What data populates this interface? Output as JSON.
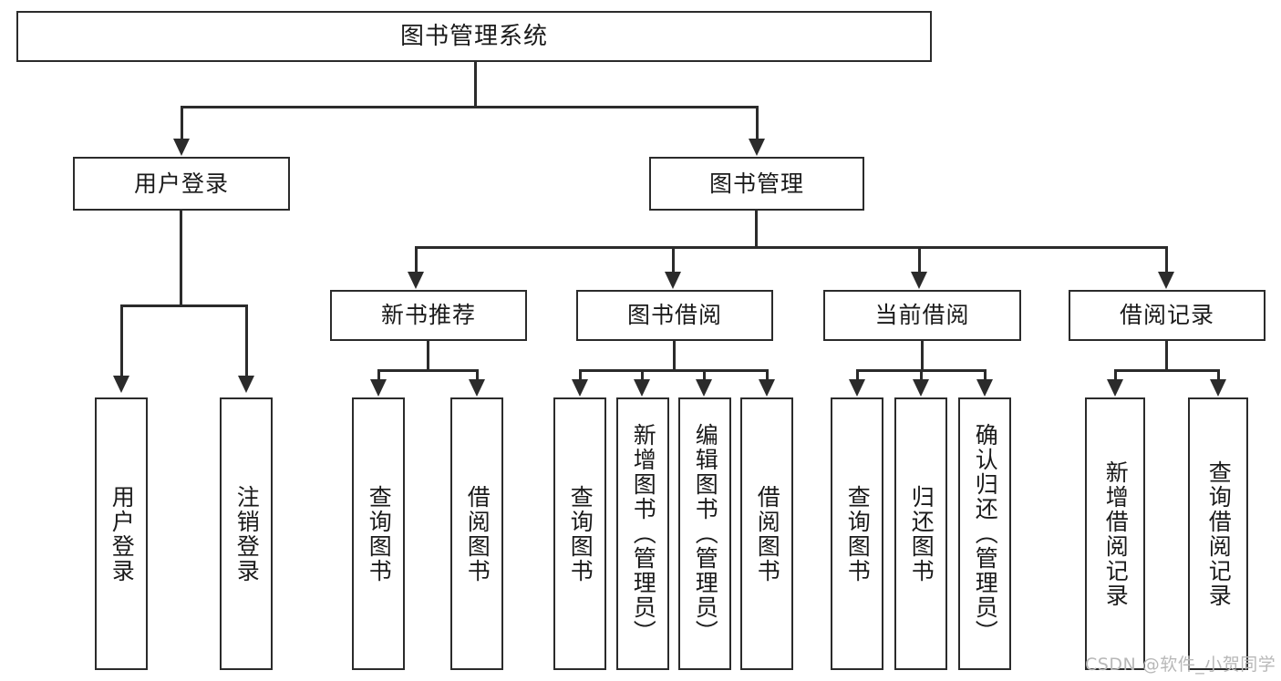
{
  "diagram": {
    "title": "图书管理系统",
    "type": "tree-hierarchy-diagram",
    "root": {
      "label": "图书管理系统"
    },
    "level2": [
      {
        "label": "用户登录"
      },
      {
        "label": "图书管理"
      }
    ],
    "level3": [
      {
        "label": "新书推荐"
      },
      {
        "label": "图书借阅"
      },
      {
        "label": "当前借阅"
      },
      {
        "label": "借阅记录"
      }
    ],
    "leaves": {
      "user_login": [
        {
          "label": "用户登录"
        },
        {
          "label": "注销登录"
        }
      ],
      "new_book_recommend": [
        {
          "label": "查询图书"
        },
        {
          "label": "借阅图书"
        }
      ],
      "book_borrow": [
        {
          "label": "查询图书"
        },
        {
          "label": "新增图书（管理员）"
        },
        {
          "label": "编辑图书（管理员）"
        },
        {
          "label": "借阅图书"
        }
      ],
      "current_borrow": [
        {
          "label": "查询图书"
        },
        {
          "label": "归还图书"
        },
        {
          "label": "确认归还（管理员）"
        }
      ],
      "borrow_record": [
        {
          "label": "新增借阅记录"
        },
        {
          "label": "查询借阅记录"
        }
      ]
    }
  },
  "watermark": {
    "text": "CSDN @软件_小贺同学"
  },
  "colors": {
    "stroke": "#2b2b2b",
    "background": "#ffffff",
    "text": "#1a1a1a",
    "watermark": "#b8b8b8"
  }
}
